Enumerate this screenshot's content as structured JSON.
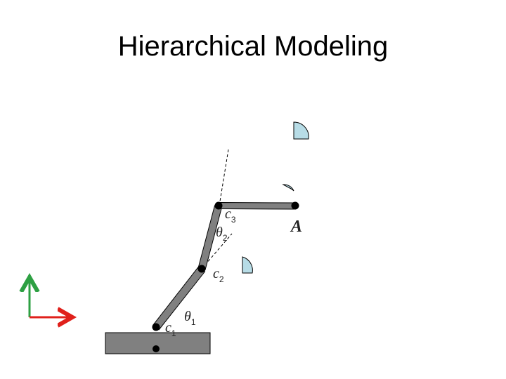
{
  "slide": {
    "title": "Hierarchical Modeling"
  },
  "diagram": {
    "labels": {
      "c1": {
        "letter": "c",
        "sub": "1"
      },
      "c2": {
        "letter": "c",
        "sub": "2"
      },
      "c3": {
        "letter": "c",
        "sub": "3"
      },
      "theta1": {
        "letter": "θ",
        "sub": "1"
      },
      "theta2": {
        "letter": "θ",
        "sub": "2"
      },
      "A": "A"
    },
    "colors": {
      "link_fill": "#808080",
      "base_fill": "#808080",
      "joint": "#000000",
      "arc_fill": "#b7dce6",
      "axis_x": "#e0201b",
      "axis_y": "#2ea043"
    }
  }
}
